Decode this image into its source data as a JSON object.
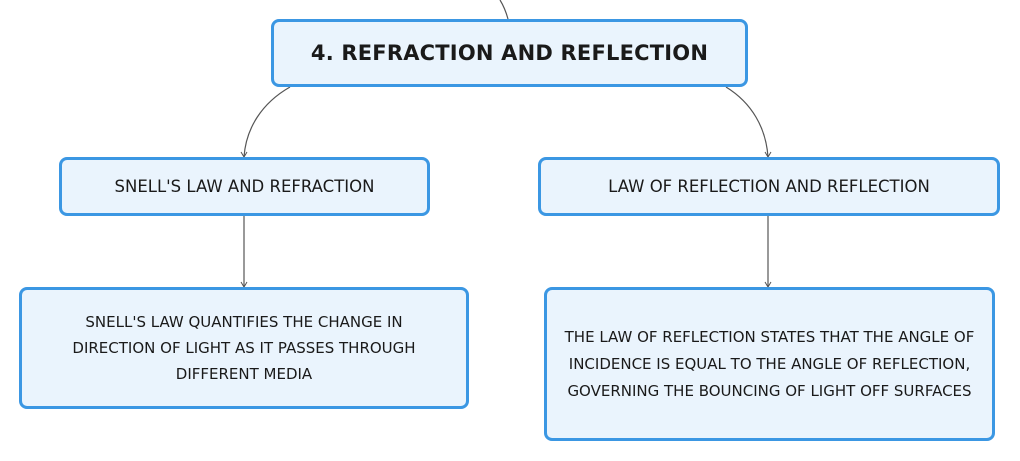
{
  "nodes": {
    "main": "4. REFRACTION AND REFLECTION",
    "snell_title": "SNELL'S LAW AND REFRACTION",
    "reflection_title": "LAW OF REFLECTION AND REFLECTION",
    "snell_description": "SNELL'S LAW QUANTIFIES THE CHANGE IN DIRECTION OF LIGHT AS IT PASSES THROUGH DIFFERENT MEDIA",
    "reflection_description": "THE LAW OF REFLECTION STATES THAT THE ANGLE OF INCIDENCE IS EQUAL TO THE ANGLE OF REFLECTION, GOVERNING THE BOUNCING OF LIGHT OFF SURFACES"
  },
  "colors": {
    "node_border": "#3b97e3",
    "node_fill": "#eaf4fd",
    "connector": "#555555"
  }
}
